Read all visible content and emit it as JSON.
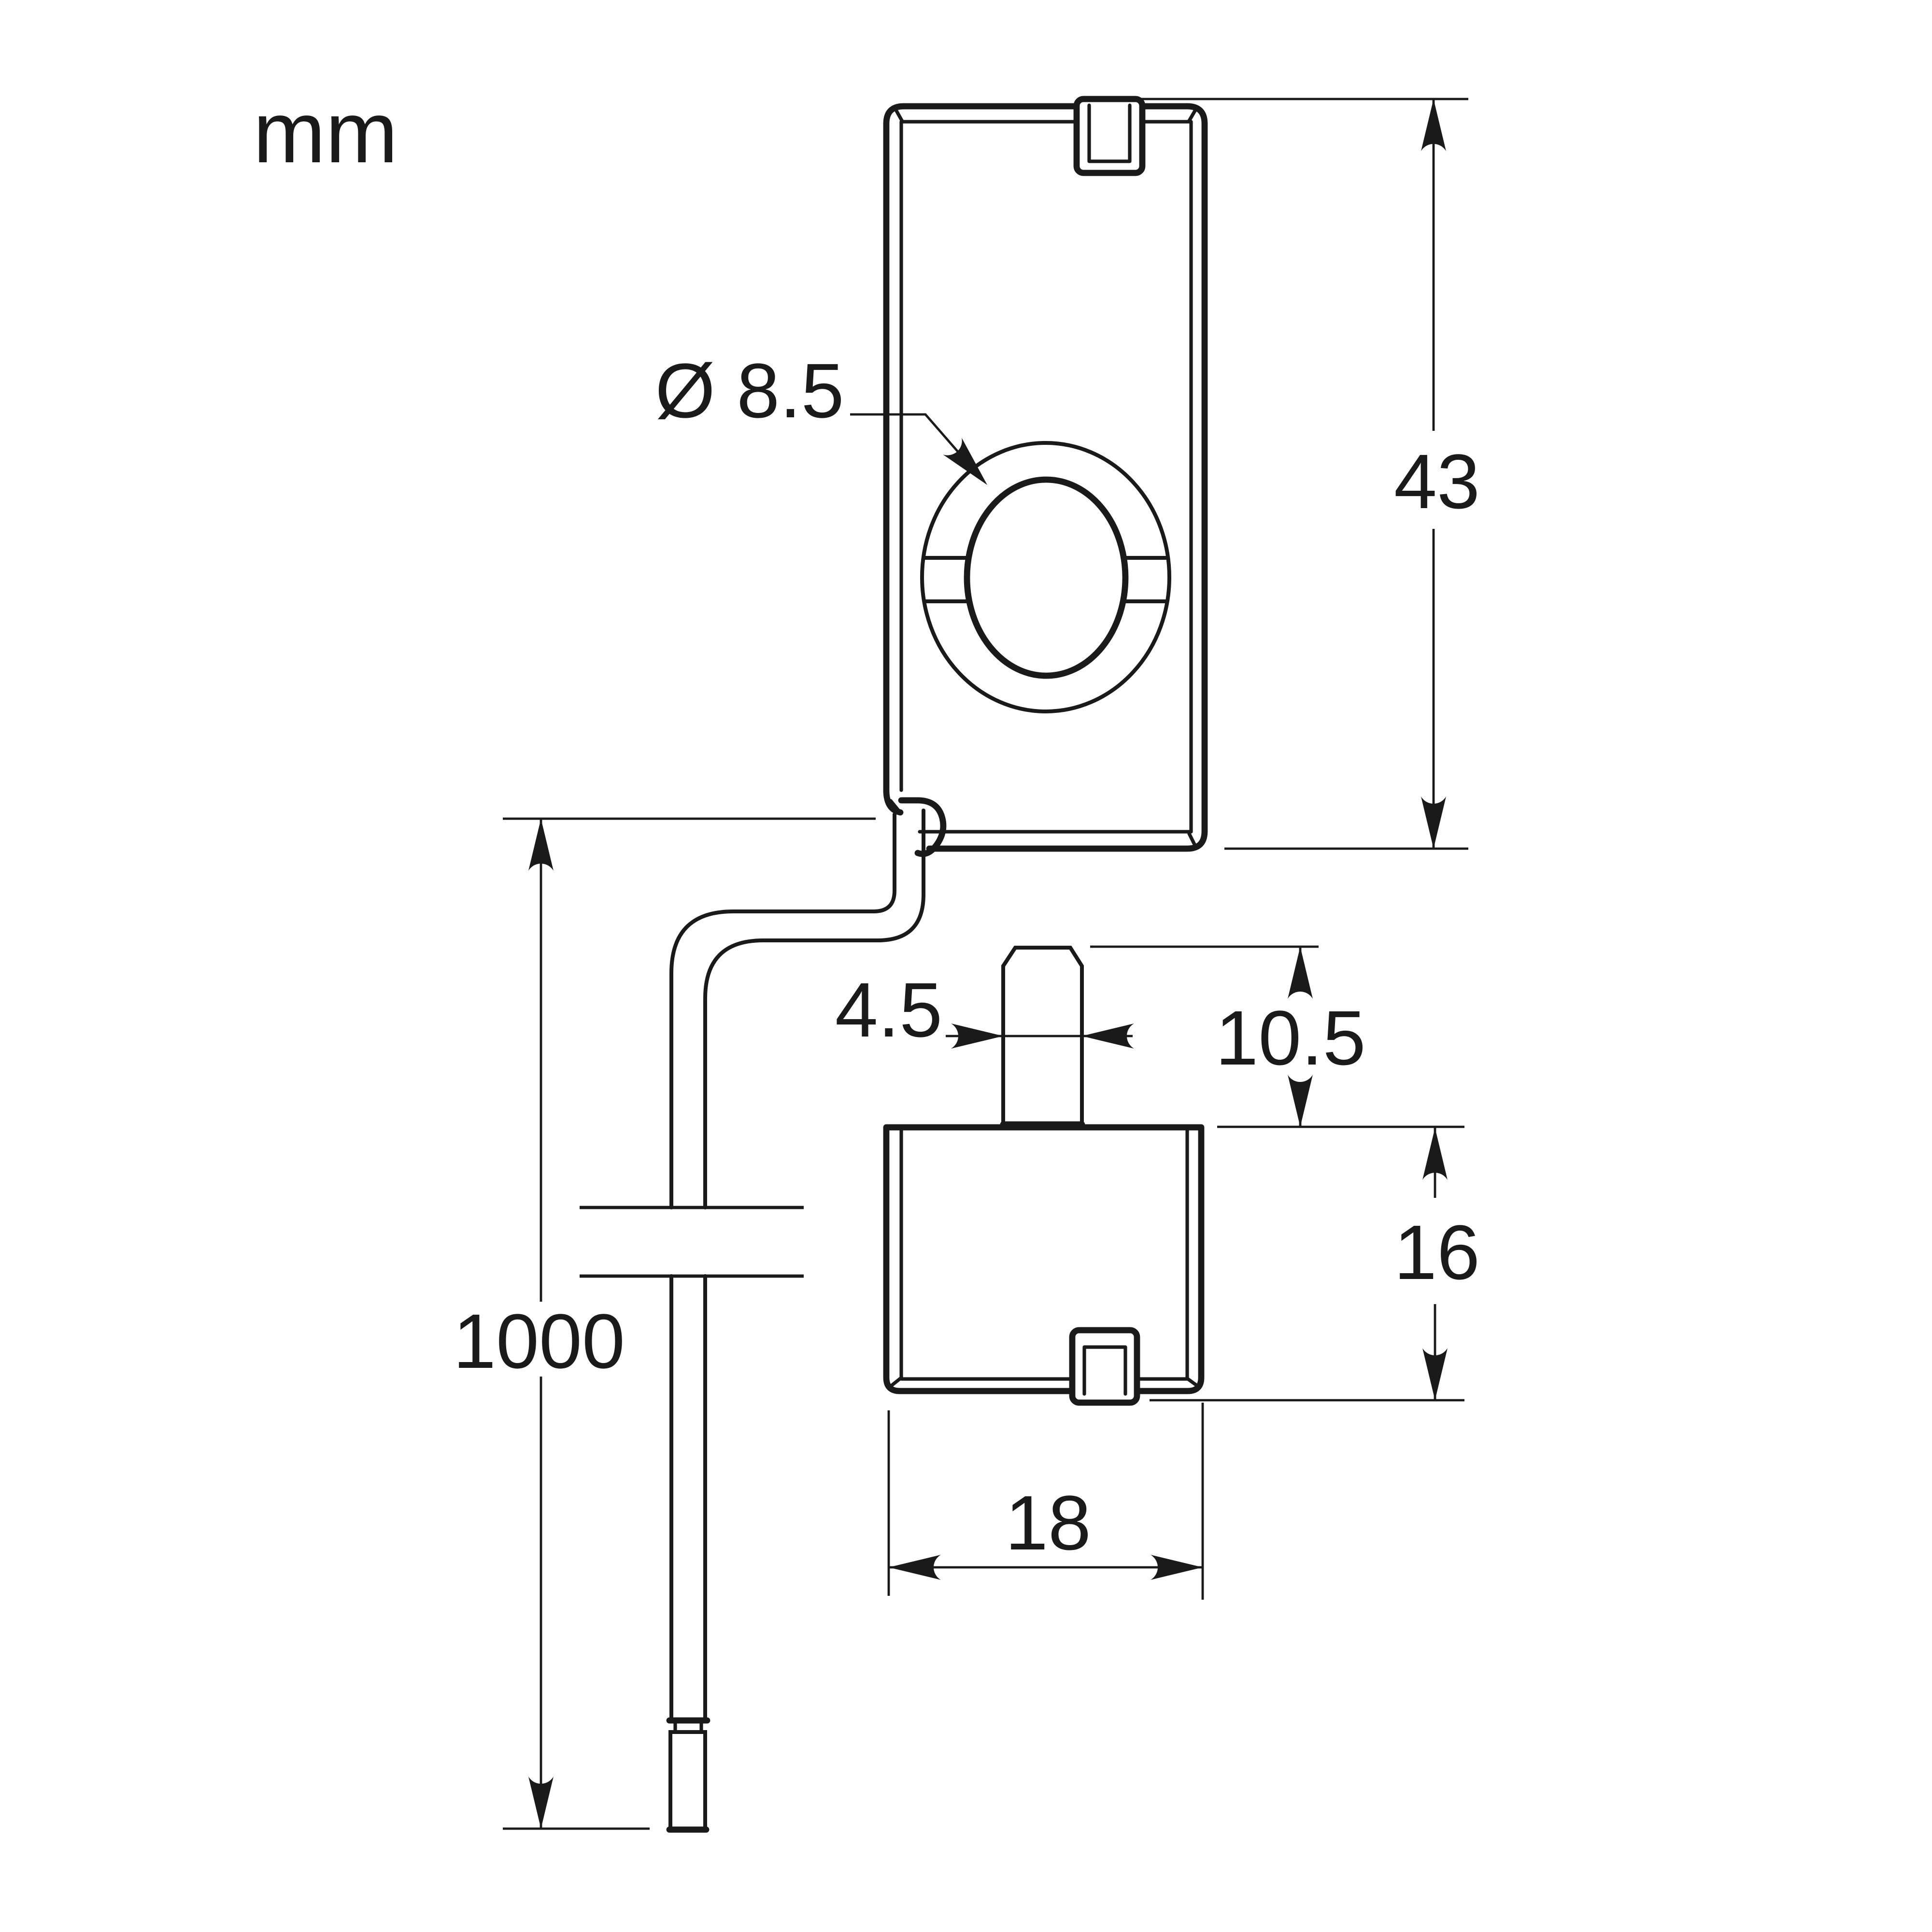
{
  "drawing": {
    "type": "technical-dimensional-drawing",
    "units_label": "mm",
    "parts": [
      "mounting-clip-plate-with-collar",
      "sensor-body-with-pin",
      "capillary-cable-with-connector"
    ],
    "dimensions": {
      "hole_diameter": "Ø 8.5",
      "plate_height": "43",
      "pin_width": "4.5",
      "pin_height": "10.5",
      "body_height": "16",
      "body_width": "18",
      "cable_length": "1000"
    },
    "colors": {
      "line": "#1a1a1a",
      "background": "#ffffff"
    }
  }
}
